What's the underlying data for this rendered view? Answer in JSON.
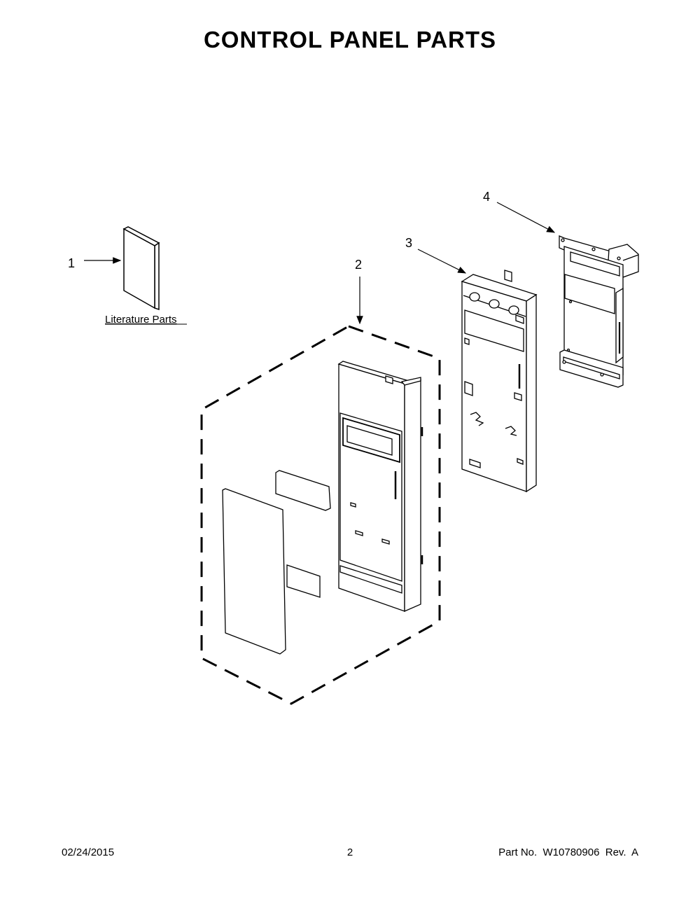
{
  "page": {
    "title": "CONTROL PANEL PARTS"
  },
  "callouts": {
    "item1": "1",
    "item2": "2",
    "item3": "3",
    "item4": "4"
  },
  "labels": {
    "literature": "Literature Parts"
  },
  "footer": {
    "date": "02/24/2015",
    "page_number": "2",
    "part_info": "Part No.  W10780906  Rev.  A"
  }
}
